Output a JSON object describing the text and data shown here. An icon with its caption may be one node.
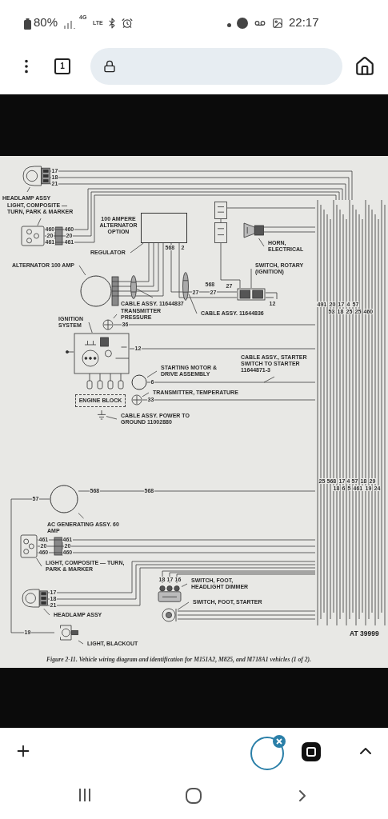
{
  "diagram": {
    "caption": "Figure 2-11. Vehicle wiring diagram and identification for M151A2, M825, and M718A1 vehicles (1 of 2).",
    "nodes": [
      {
        "text": [],
        "shape": "picture"
      },
      {
        "text": [
          "HEADLAMP ASSY"
        ]
      },
      {
        "text": [
          "LIGHT, COMPOSITE — TURN, PARK & MARKER"
        ]
      },
      {
        "text": [],
        "shape": "picture"
      },
      {
        "text": [],
        "shape": "box",
        "beside": [
          "100 AMPERE ALTERNATOR OPTION"
        ]
      },
      {
        "text": [
          "REGULATOR"
        ]
      },
      {
        "text": [
          "ALTERNATOR 100 AMP"
        ]
      },
      {
        "text": [],
        "shape": "circle"
      },
      {
        "text": [
          "CABLE ASSY. 11644837"
        ]
      },
      {
        "text": [],
        "shape": "picture"
      },
      {
        "text": [],
        "shape": "picture"
      },
      {
        "text": [
          "CABLE ASSY. 11644836"
        ]
      },
      {
        "text": [],
        "shape": "picture"
      },
      {
        "text": [
          "HORN, ELECTRICAL"
        ]
      },
      {
        "text": [
          "SWITCH, ROTARY (IGNITION)"
        ]
      },
      {
        "text": [],
        "shape": "picture"
      },
      {
        "text": [
          "IGNITION SYSTEM"
        ]
      },
      {
        "text": [],
        "shape": "picture"
      },
      {
        "text": [
          "TRANSMITTER PRESSURE"
        ]
      },
      {
        "text": [],
        "shape": "picture"
      },
      {
        "text": [
          "STARTING MOTOR & DRIVE ASSEMBLY"
        ]
      },
      {
        "text": [
          "CABLE ASSY., STARTER SWITCH TO STARTER 11644871-3"
        ]
      },
      {
        "text": [],
        "shape": "circle"
      },
      {
        "text": [
          "TRANSMITTER, TEMPERATURE"
        ]
      },
      {
        "text": [],
        "shape": "picture"
      },
      {
        "text": [
          "ENGINE BLOCK"
        ]
      },
      {
        "text": [],
        "shape": "picture"
      },
      {
        "text": [
          "CABLE ASSY. POWER TO GROUND 11002880"
        ]
      },
      {
        "text": [],
        "shape": "circle"
      },
      {
        "text": [
          "AC GENERATING ASSY. 60 AMP"
        ]
      },
      {
        "text": [],
        "shape": "picture"
      },
      {
        "text": [
          "LIGHT, COMPOSITE — TURN, PARK & MARKER"
        ]
      },
      {
        "text": [],
        "shape": "picture"
      },
      {
        "text": [
          "HEADLAMP ASSY"
        ]
      },
      {
        "text": [],
        "shape": "picture"
      },
      {
        "text": [
          "LIGHT, BLACKOUT"
        ]
      },
      {
        "text": [],
        "shape": "picture"
      },
      {
        "text": [
          "SWITCH, FOOT, HEADLIGHT DIMMER"
        ]
      },
      {
        "text": [],
        "shape": "picture"
      },
      {
        "text": [
          "SWITCH, FOOT, STARTER"
        ]
      },
      {
        "text": [],
        "shape": "bar"
      },
      {
        "text": [],
        "shape": "picture"
      },
      {
        "text": [],
        "shape": "picture"
      }
    ],
    "edges": [
      {
        "from": 1,
        "to": 0,
        "arrow": "none"
      },
      {
        "from": 2,
        "to": 3,
        "arrow": "none"
      },
      {
        "from": 5,
        "to": 4,
        "arrow": "none"
      },
      {
        "from": 6,
        "to": 7,
        "arrow": "none"
      },
      {
        "from": 8,
        "to": 9,
        "arrow": "none"
      },
      {
        "from": 11,
        "to": 10,
        "arrow": "none"
      },
      {
        "from": 13,
        "to": 12,
        "arrow": "none"
      },
      {
        "from": 14,
        "to": 15,
        "arrow": "none"
      },
      {
        "from": 16,
        "to": 19,
        "arrow": "none"
      },
      {
        "from": 18,
        "to": 17,
        "arrow": "none"
      },
      {
        "from": 20,
        "to": 22,
        "arrow": "none"
      },
      {
        "from": 21,
        "to": null,
        "arrow": "none"
      },
      {
        "from": 23,
        "to": 24,
        "arrow": "none"
      },
      {
        "from": 27,
        "to": 26,
        "arrow": "none"
      },
      {
        "from": 29,
        "to": 28,
        "arrow": "none"
      },
      {
        "from": 31,
        "to": 30,
        "arrow": "none"
      },
      {
        "from": 33,
        "to": 32,
        "arrow": "none"
      },
      {
        "from": 35,
        "to": 34,
        "arrow": "none"
      },
      {
        "from": 37,
        "to": 36,
        "arrow": "none"
      },
      {
        "from": 39,
        "to": 38,
        "arrow": "none"
      },
      {
        "from": 4,
        "to": 7,
        "arrow": "none"
      },
      {
        "from": 4,
        "to": 7,
        "arrow": "none"
      },
      {
        "from": 4,
        "to": 7,
        "arrow": "none"
      },
      {
        "from": 4,
        "to": 7,
        "arrow": "none"
      },
      {
        "from": 4,
        "to": 15,
        "arrow": "none"
      },
      {
        "from": 4,
        "to": 15,
        "arrow": "none"
      },
      {
        "from": 28,
        "to": 34,
        "arrow": "none"
      },
      {
        "from": 0,
        "to": 40,
        "arrow": "none"
      },
      {
        "from": 0,
        "to": 40,
        "arrow": "none"
      },
      {
        "from": 0,
        "to": 40,
        "arrow": "none"
      },
      {
        "from": 3,
        "to": 40,
        "arrow": "none"
      },
      {
        "from": 3,
        "to": 40,
        "arrow": "none"
      },
      {
        "from": 3,
        "to": 40,
        "arrow": "none"
      },
      {
        "from": 12,
        "to": 40,
        "arrow": "none"
      },
      {
        "from": 12,
        "to": 40,
        "arrow": "none"
      },
      {
        "from": 17,
        "to": 40,
        "arrow": "none"
      },
      {
        "from": 19,
        "to": 40,
        "arrow": "none"
      },
      {
        "from": 22,
        "to": 40,
        "arrow": "none"
      },
      {
        "from": 24,
        "to": 40,
        "arrow": "none"
      },
      {
        "from": 28,
        "to": 40,
        "arrow": "none"
      },
      {
        "from": 30,
        "to": 40,
        "arrow": "none"
      },
      {
        "from": 30,
        "to": 40,
        "arrow": "none"
      },
      {
        "from": 30,
        "to": 40,
        "arrow": "none"
      },
      {
        "from": 32,
        "to": 40,
        "arrow": "none"
      },
      {
        "from": 32,
        "to": 40,
        "arrow": "none"
      },
      {
        "from": 32,
        "to": 40,
        "arrow": "none"
      },
      {
        "from": 36,
        "to": 40,
        "arrow": "none"
      },
      {
        "from": 36,
        "to": 40,
        "arrow": "none"
      },
      {
        "from": 36,
        "to": 40,
        "arrow": "none"
      },
      {
        "from": 38,
        "to": 40,
        "arrow": "none"
      },
      {
        "from": 38,
        "to": 40,
        "arrow": "none"
      },
      {
        "from": 38,
        "to": 40,
        "arrow": "none"
      },
      {
        "from": 41,
        "to": 40,
        "arrow": "none"
      },
      {
        "from": 41,
        "to": 42,
        "arrow": "none"
      },
      {
        "from": 42,
        "to": 15,
        "arrow": "none"
      }
    ],
    "labels": [
      "80%",
      "4G",
      "LTE",
      "22:17",
      "1",
      "17",
      "18",
      "21",
      "460",
      "20",
      "461",
      "460",
      "20",
      "461",
      "568",
      "2",
      "568",
      "27",
      "27",
      "27",
      "12",
      "491",
      "20",
      "17",
      "4",
      "57",
      "53",
      "18",
      "25",
      "25",
      "460",
      "36",
      "12",
      "6",
      "33",
      "25",
      "568",
      "17",
      "4",
      "57",
      "18",
      "29",
      "18",
      "6",
      "5",
      "461",
      "19",
      "24",
      "568",
      "568",
      "57",
      "461",
      "20",
      "460",
      "461",
      "20",
      "460",
      "18",
      "17",
      "16",
      "17",
      "18",
      "21",
      "19",
      "AT 39999"
    ]
  }
}
